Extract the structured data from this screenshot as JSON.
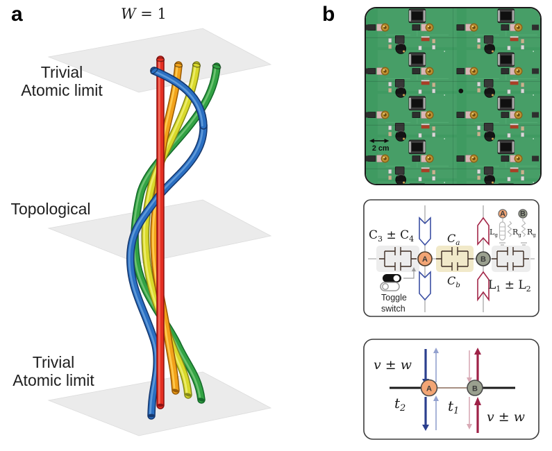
{
  "panel_a": {
    "label": "a",
    "winding_var": "W",
    "winding_rest": " = 1",
    "region_labels": {
      "top": "Trivial\nAtomic limit",
      "middle": "Topological",
      "bottom": "Trivial\nAtomic limit"
    },
    "plane_color": "#ebebeb",
    "tubes": {
      "red": {
        "dark": "#8e1212",
        "main": "#e42f22",
        "light": "#f4806f"
      },
      "orange": {
        "dark": "#9a5c06",
        "main": "#f2a21a",
        "light": "#ffd45e"
      },
      "yellow": {
        "dark": "#85891a",
        "main": "#d9d92a",
        "light": "#f0f07a"
      },
      "green": {
        "dark": "#156a2a",
        "main": "#33a344",
        "light": "#7cc97e"
      },
      "blue": {
        "dark": "#16386e",
        "main": "#2a6fc2",
        "light": "#6da4dd"
      }
    }
  },
  "panel_b": {
    "label": "b",
    "pcb": {
      "scale_label": "2 cm",
      "board_color": "#3f9a61",
      "rows": 4,
      "col_centers": [
        600,
        730
      ],
      "row_start": 21,
      "row_period": 64
    },
    "circuit": {
      "cap_left_label": {
        "c": "C",
        "s1": "3",
        "mid": " ± C",
        "s2": "4"
      },
      "cap_a": {
        "c": "C",
        "s": "a"
      },
      "cap_b": {
        "c": "C",
        "s": "b"
      },
      "ind_label": {
        "l": "L",
        "s1": "1",
        "mid": " ± L",
        "s2": "2"
      },
      "toggle_line1": "Toggle",
      "toggle_line2": "switch",
      "node_a": "A",
      "node_b": "B",
      "node_a_color": "#f2a575",
      "node_b_color": "#9aa08f",
      "chevron_blue": "#3b4fa3",
      "chevron_red": "#a32648",
      "highlight_box_color": "#f1e9c9",
      "legend": {
        "node_a": "A",
        "node_b": "B",
        "lg": {
          "l": "L",
          "s": "g"
        },
        "rg1": {
          "r": "R",
          "s": "g"
        },
        "rg2": {
          "r": "R",
          "s": "g"
        }
      }
    },
    "hopping": {
      "coupling_top": "v ± w",
      "coupling_bottom": "v ± w",
      "t2": {
        "t": "t",
        "s": "2"
      },
      "t1": {
        "t": "t",
        "s": "1"
      },
      "node_a": "A",
      "node_b": "B",
      "node_a_color": "#f2a575",
      "node_b_color": "#9aa08f",
      "arrow_blue_dark": "#2b3f8e",
      "arrow_blue_light": "#93a1cf",
      "arrow_red_dark": "#9e2247",
      "arrow_red_light": "#d8aab5"
    }
  }
}
